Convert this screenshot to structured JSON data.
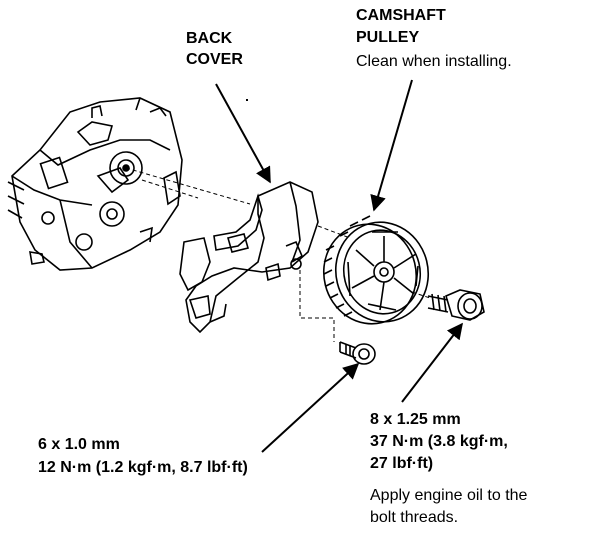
{
  "labels": {
    "back_cover": [
      "BACK",
      "COVER"
    ],
    "camshaft_pulley": {
      "title": [
        "CAMSHAFT",
        "PULLEY"
      ],
      "note": "Clean when installing."
    },
    "small_bolt": {
      "size": "6 x 1.0 mm",
      "torque": "12 N·m (1.2 kgf·m, 8.7 lbf·ft)"
    },
    "pulley_bolt": {
      "size": "8 x 1.25 mm",
      "torque": [
        "37 N·m (3.8 kgf·m,",
        "27 lbf·ft)"
      ],
      "note": [
        "Apply engine oil to the",
        "bolt threads."
      ]
    }
  },
  "colors": {
    "ink": "#000000",
    "paper": "#ffffff"
  }
}
